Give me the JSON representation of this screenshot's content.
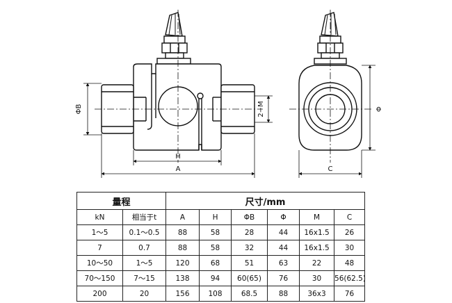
{
  "drawing": {
    "labels": {
      "phi_b": "ΦB",
      "m": "2−M",
      "h": "H",
      "a": "A",
      "phi": "Φ",
      "c": "C"
    },
    "colors": {
      "line": "#111111",
      "body_fill": "#ffffff"
    }
  },
  "table": {
    "group_headers": [
      "量程",
      "尺寸/mm"
    ],
    "columns": [
      "kN",
      "相当于t",
      "A",
      "H",
      "ΦB",
      "Φ",
      "M",
      "C"
    ],
    "rows": [
      [
        "1～5",
        "0.1～0.5",
        "88",
        "58",
        "28",
        "44",
        "16x1.5",
        "26"
      ],
      [
        "7",
        "0.7",
        "88",
        "58",
        "32",
        "44",
        "16x1.5",
        "30"
      ],
      [
        "10～50",
        "1～5",
        "120",
        "68",
        "51",
        "63",
        "22",
        "48"
      ],
      [
        "70～150",
        "7～15",
        "138",
        "94",
        "60(65)",
        "76",
        "30",
        "56(62.5)"
      ],
      [
        "200",
        "20",
        "156",
        "108",
        "68.5",
        "88",
        "36x3",
        "76"
      ]
    ]
  }
}
